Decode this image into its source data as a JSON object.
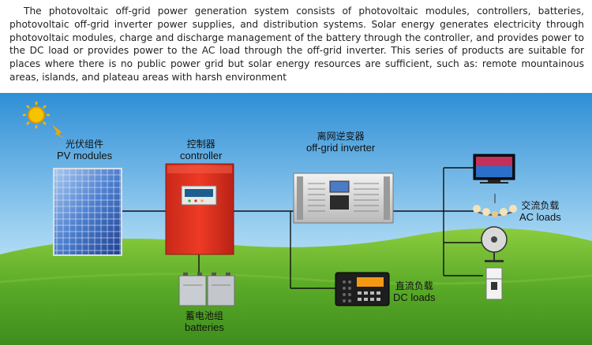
{
  "description": "The photovoltaic off-grid power generation system consists of photovoltaic modules, controllers, batteries, photovoltaic off-grid inverter power supplies, and distribution systems. Solar energy generates electricity through photovoltaic modules, charge and discharge management of the battery through the controller, and provides power to the DC load or provides power to the AC load through the off-grid inverter. This series of products are suitable for places where there is no public power grid but solar energy resources are sufficient, such as: remote mountainous areas, islands, and plateau areas with harsh environment",
  "labels": {
    "pv": {
      "zh": "光伏组件",
      "en": "PV   modules"
    },
    "controller": {
      "zh": "控制器",
      "en": "controller"
    },
    "inverter": {
      "zh": "离网逆变器",
      "en": "off-grid inverter"
    },
    "ac_loads": {
      "zh": "交流负载",
      "en": "AC  loads"
    },
    "dc_loads": {
      "zh": "直流负载",
      "en": "DC  loads"
    },
    "batteries": {
      "zh": "蓄电池组",
      "en": "batteries"
    }
  },
  "colors": {
    "sky_top": "#2f8fd6",
    "sky_bottom": "#e3f2fb",
    "grass": "#62b22c",
    "controller_red": "#e0301e",
    "wire": "#111111"
  }
}
